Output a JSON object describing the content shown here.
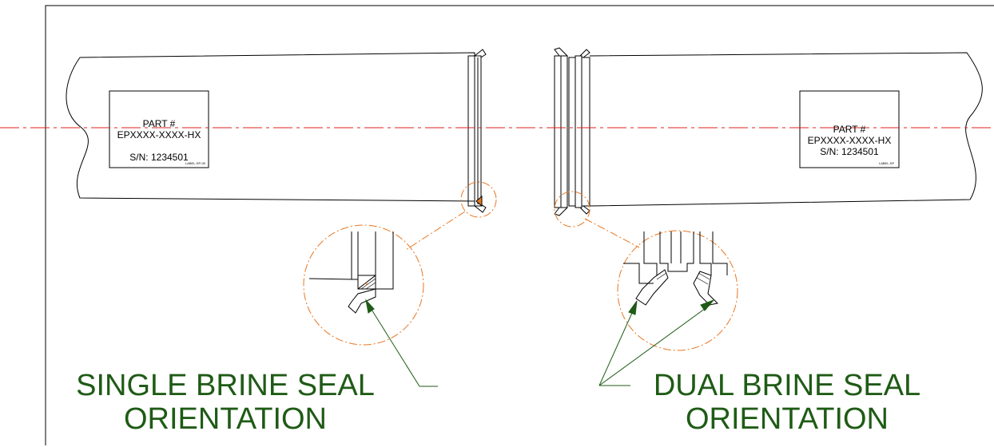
{
  "colors": {
    "outline": "#000000",
    "centerline": "#e0201c",
    "detail_circle": "#e87722",
    "callout_text": "#1f5b16",
    "leader": "#1f5b16"
  },
  "left_label": {
    "part_title": "PART #",
    "part_number": "EPXXXX-XXXX-HX",
    "serial": "S/N: 1234501",
    "tag": "LABEL-SP-05"
  },
  "right_label": {
    "part_title": "PART #",
    "part_number": "EPXXXX-XXXX-HX",
    "serial": "S/N: 1234501",
    "tag": "LABEL-SP"
  },
  "callouts": {
    "single": {
      "line1": "SINGLE BRINE SEAL",
      "line2": "ORIENTATION"
    },
    "dual": {
      "line1": "DUAL BRINE SEAL",
      "line2": "ORIENTATION"
    }
  }
}
